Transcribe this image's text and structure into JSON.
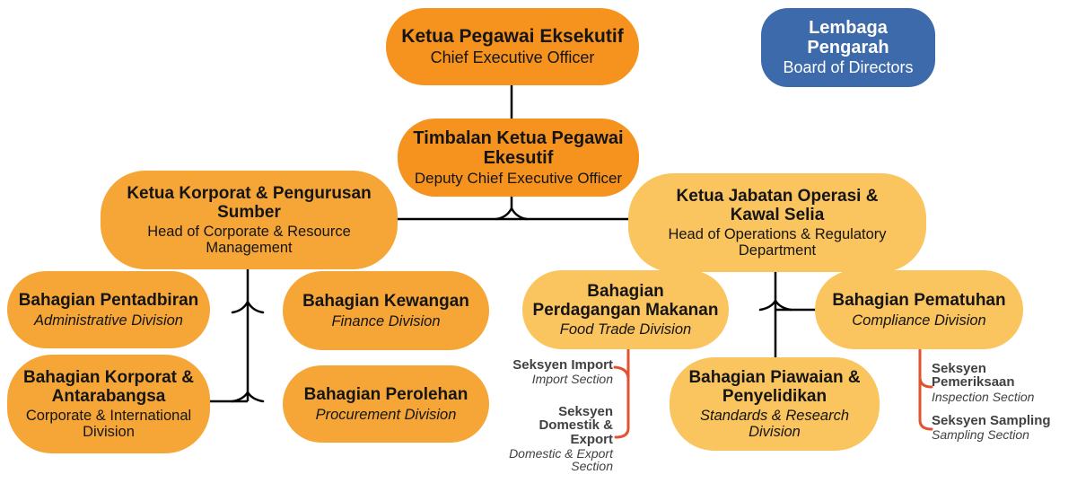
{
  "palette": {
    "orange_dark": "#F6921E",
    "orange_mid": "#F5A637",
    "orange_light": "#FAC45E",
    "blue": "#3D6AAB",
    "red_connector": "#E2532F",
    "line_black": "#000000",
    "section_text": "#414042"
  },
  "nodes": {
    "ceo": {
      "title": "Ketua Pegawai Eksekutif",
      "subtitle": "Chief Executive Officer"
    },
    "board": {
      "title": "Lembaga Pengarah",
      "subtitle": "Board of Directors"
    },
    "deputy": {
      "title": "Timbalan Ketua Pegawai\nEkesutif",
      "subtitle": "Deputy Chief Executive Officer"
    },
    "corporate_head": {
      "title": "Ketua Korporat & Pengurusan\nSumber",
      "subtitle": "Head of Corporate & Resource\nManagement"
    },
    "operations_head": {
      "title": "Ketua Jabatan Operasi &\nKawal Selia",
      "subtitle": "Head of Operations & Regulatory\nDepartment"
    },
    "admin_division": {
      "title": "Bahagian Pentadbiran",
      "subtitle": "Administrative Division"
    },
    "finance_division": {
      "title": "Bahagian Kewangan",
      "subtitle": "Finance Division"
    },
    "corporate_division": {
      "title": "Bahagian Korporat &\nAntarabangsa",
      "subtitle": "Corporate & International\nDivision"
    },
    "procurement_division": {
      "title": "Bahagian Perolehan",
      "subtitle": "Procurement Division"
    },
    "food_trade_division": {
      "title": "Bahagian\nPerdagangan Makanan",
      "subtitle": "Food Trade Division"
    },
    "compliance_division": {
      "title": "Bahagian Pematuhan",
      "subtitle": "Compliance Division"
    },
    "standards_division": {
      "title": "Bahagian Piawaian &\nPenyelidikan",
      "subtitle": "Standards & Research\nDivision"
    },
    "import_section": {
      "title": "Seksyen Import",
      "subtitle": "Import Section"
    },
    "domestic_export_section": {
      "title": "Seksyen\nDomestik &\nExport",
      "subtitle": "Domestic & Export\nSection"
    },
    "inspection_section": {
      "title": "Seksyen\nPemeriksaan",
      "subtitle": "Inspection Section"
    },
    "sampling_section": {
      "title": "Seksyen Sampling",
      "subtitle": "Sampling Section"
    }
  }
}
